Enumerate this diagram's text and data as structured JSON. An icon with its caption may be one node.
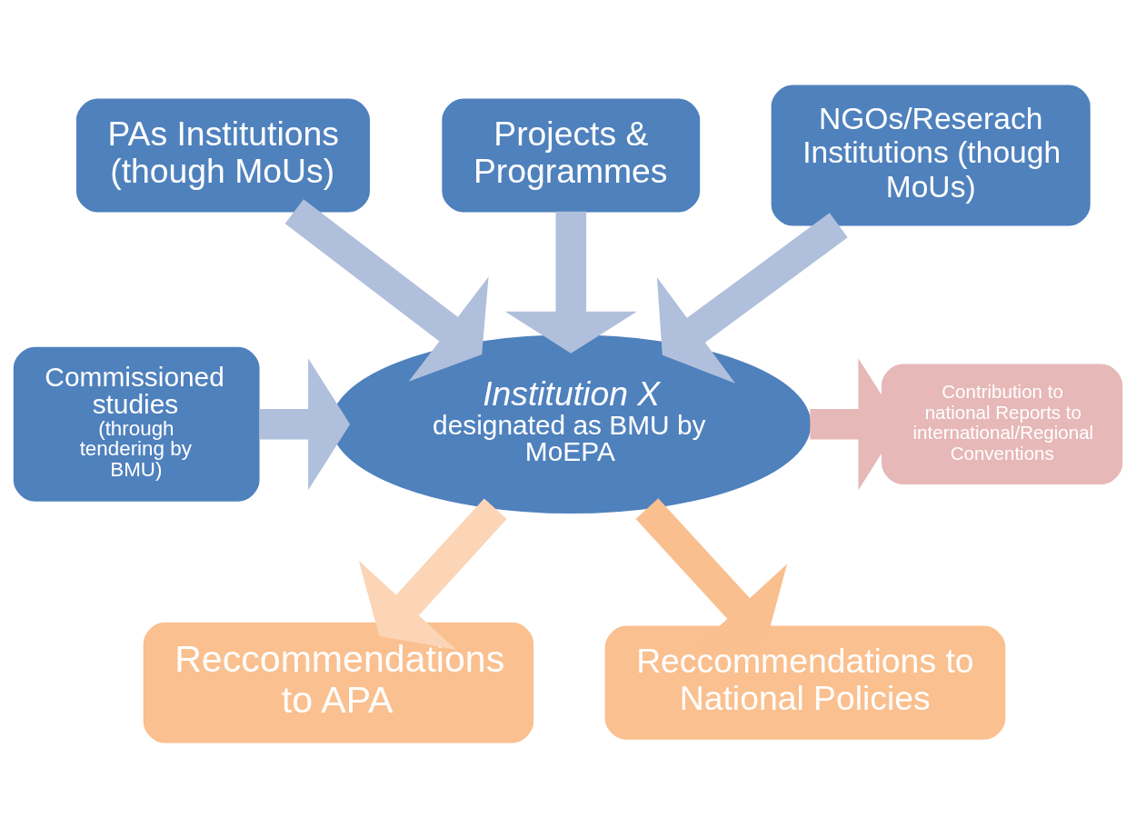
{
  "diagram": {
    "nodes": [
      {
        "text": [
          "PAs Institutions (though MoUs)"
        ]
      },
      {
        "text": [
          "Projects & Programmes"
        ]
      },
      {
        "text": [
          "NGOs/Reserach Institutions (though MoUs)"
        ]
      },
      {
        "text": [
          "Commissioned studies",
          "(through tendering by BMU)"
        ]
      },
      {
        "text": [
          "Institution X",
          "designated as BMU by MoEPA"
        ]
      },
      {
        "text": [
          "Contribution to national Reports to international/Regional Conventions"
        ]
      },
      {
        "text": [
          "Reccommendations to APA"
        ]
      },
      {
        "text": [
          "Reccommendations to National Policies"
        ]
      }
    ],
    "edges": [
      {
        "from": 0,
        "to": 4,
        "arrow": "to"
      },
      {
        "from": 1,
        "to": 4,
        "arrow": "to"
      },
      {
        "from": 2,
        "to": 4,
        "arrow": "to"
      },
      {
        "from": 3,
        "to": 4,
        "arrow": "to"
      },
      {
        "from": 4,
        "to": 5,
        "arrow": "to",
        "color": "#e6b8b7"
      },
      {
        "from": 4,
        "to": 6,
        "arrow": "to",
        "color": "#fbd5b5"
      },
      {
        "from": 4,
        "to": 7,
        "arrow": "to",
        "color": "#f9bf8f"
      }
    ]
  }
}
